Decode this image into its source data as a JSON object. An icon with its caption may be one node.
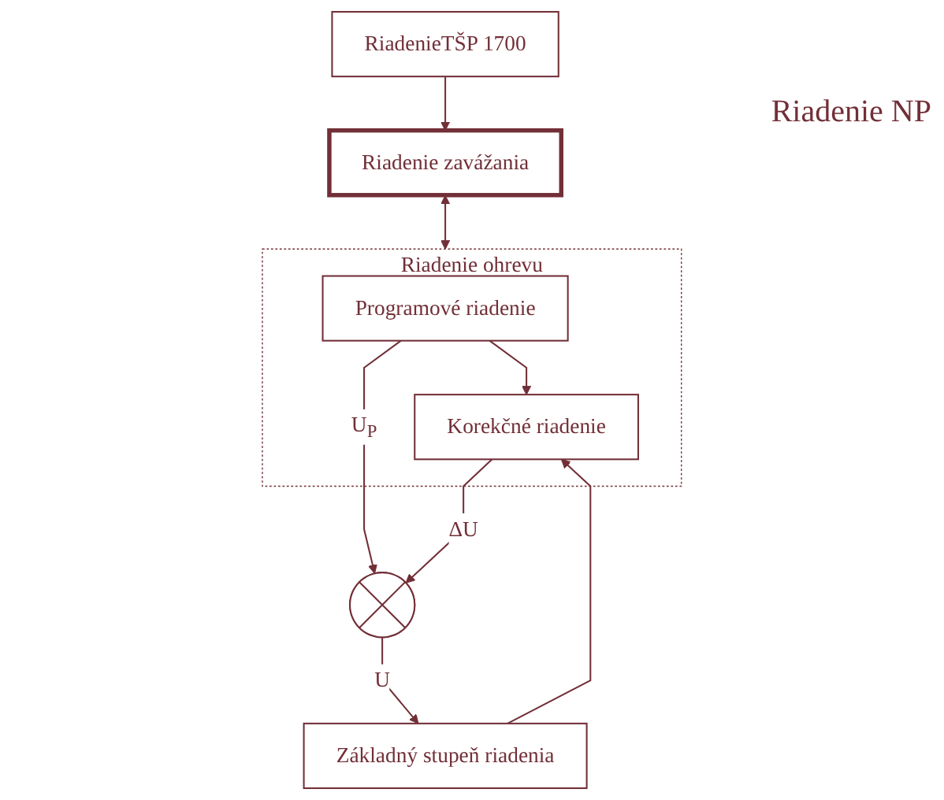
{
  "diagram": {
    "nodes": [
      {
        "text": [
          "RiadenieTŠP 1700"
        ]
      },
      {
        "text": [
          "Riadenie zavážania"
        ]
      },
      {
        "text": [
          "Riadenie ohrevu"
        ]
      },
      {
        "text": [
          "Programové riadenie"
        ],
        "in": 2
      },
      {
        "text": [
          "Korekčné riadenie"
        ],
        "in": 2
      },
      {
        "text": [],
        "shape": "circle"
      },
      {
        "text": [
          "Základný stupeň riadenia"
        ]
      }
    ],
    "edges": [
      {
        "from": 0,
        "to": 1,
        "arrow": "to"
      },
      {
        "from": 1,
        "to": 2,
        "arrow": "both"
      },
      {
        "from": 3,
        "to": 4,
        "arrow": "to"
      },
      {
        "from": 3,
        "to": 5,
        "arrow": "to",
        "label": "U$_{P}$"
      },
      {
        "from": 4,
        "to": 5,
        "arrow": "to",
        "label": "ΔU"
      },
      {
        "from": 5,
        "to": 6,
        "arrow": "to",
        "label": "U"
      },
      {
        "from": 6,
        "to": 4,
        "arrow": "to"
      }
    ],
    "labels": [
      "Riadenie NP"
    ]
  }
}
